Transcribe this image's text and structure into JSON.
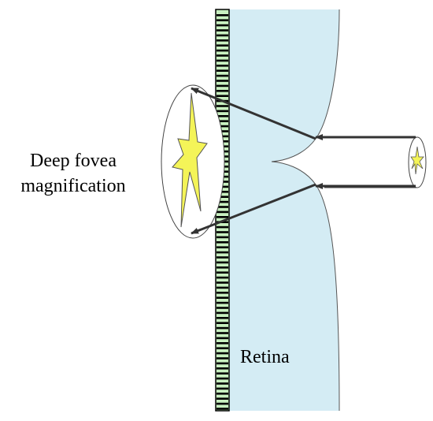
{
  "labels": {
    "caption_line1": "Deep fovea",
    "caption_line2": "magnification",
    "retina": "Retina"
  },
  "colors": {
    "retina_fill": "#d4ecf4",
    "photoreceptor_fill": "#c8f0c0",
    "star_fill": "#f4f458",
    "arrow": "#333333",
    "outline": "#555555"
  }
}
